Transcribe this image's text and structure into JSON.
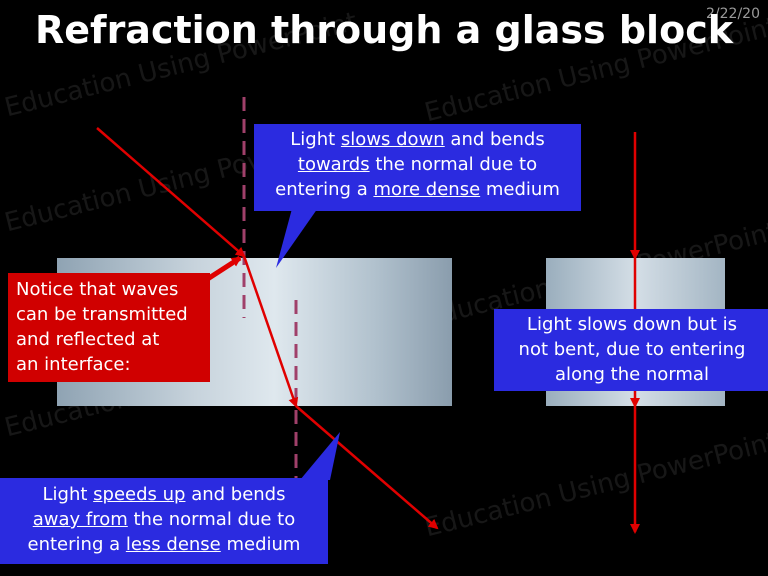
{
  "date": "2/22/20",
  "title": "Refraction through a glass block",
  "watermark": "Education Using PowerPoint",
  "box_top": {
    "line1_a": "Light ",
    "line1_u": "slows down",
    "line1_b": " and bends",
    "line2_u": "towards",
    "line2_b": " the normal due to",
    "line3_a": "entering a ",
    "line3_u": "more dense",
    "line3_b": " medium"
  },
  "box_left": {
    "line1": "Notice that waves",
    "line2": "can be transmitted",
    "line3": "and reflected at",
    "line4": "an interface:"
  },
  "box_right": {
    "line1": "Light slows down but is",
    "line2": "not bent, due to entering",
    "line3": "along the normal"
  },
  "box_bottom": {
    "line1_a": "Light ",
    "line1_u": "speeds up",
    "line1_b": " and bends",
    "line2_u": "away from",
    "line2_b": " the normal due to",
    "line3_a": "entering a ",
    "line3_u": "less dense",
    "line3_b": " medium"
  },
  "colors": {
    "ray": "#e00000",
    "normal": "#a0406a",
    "callout_blue": "#2b2be0",
    "callout_red": "#d00000"
  }
}
